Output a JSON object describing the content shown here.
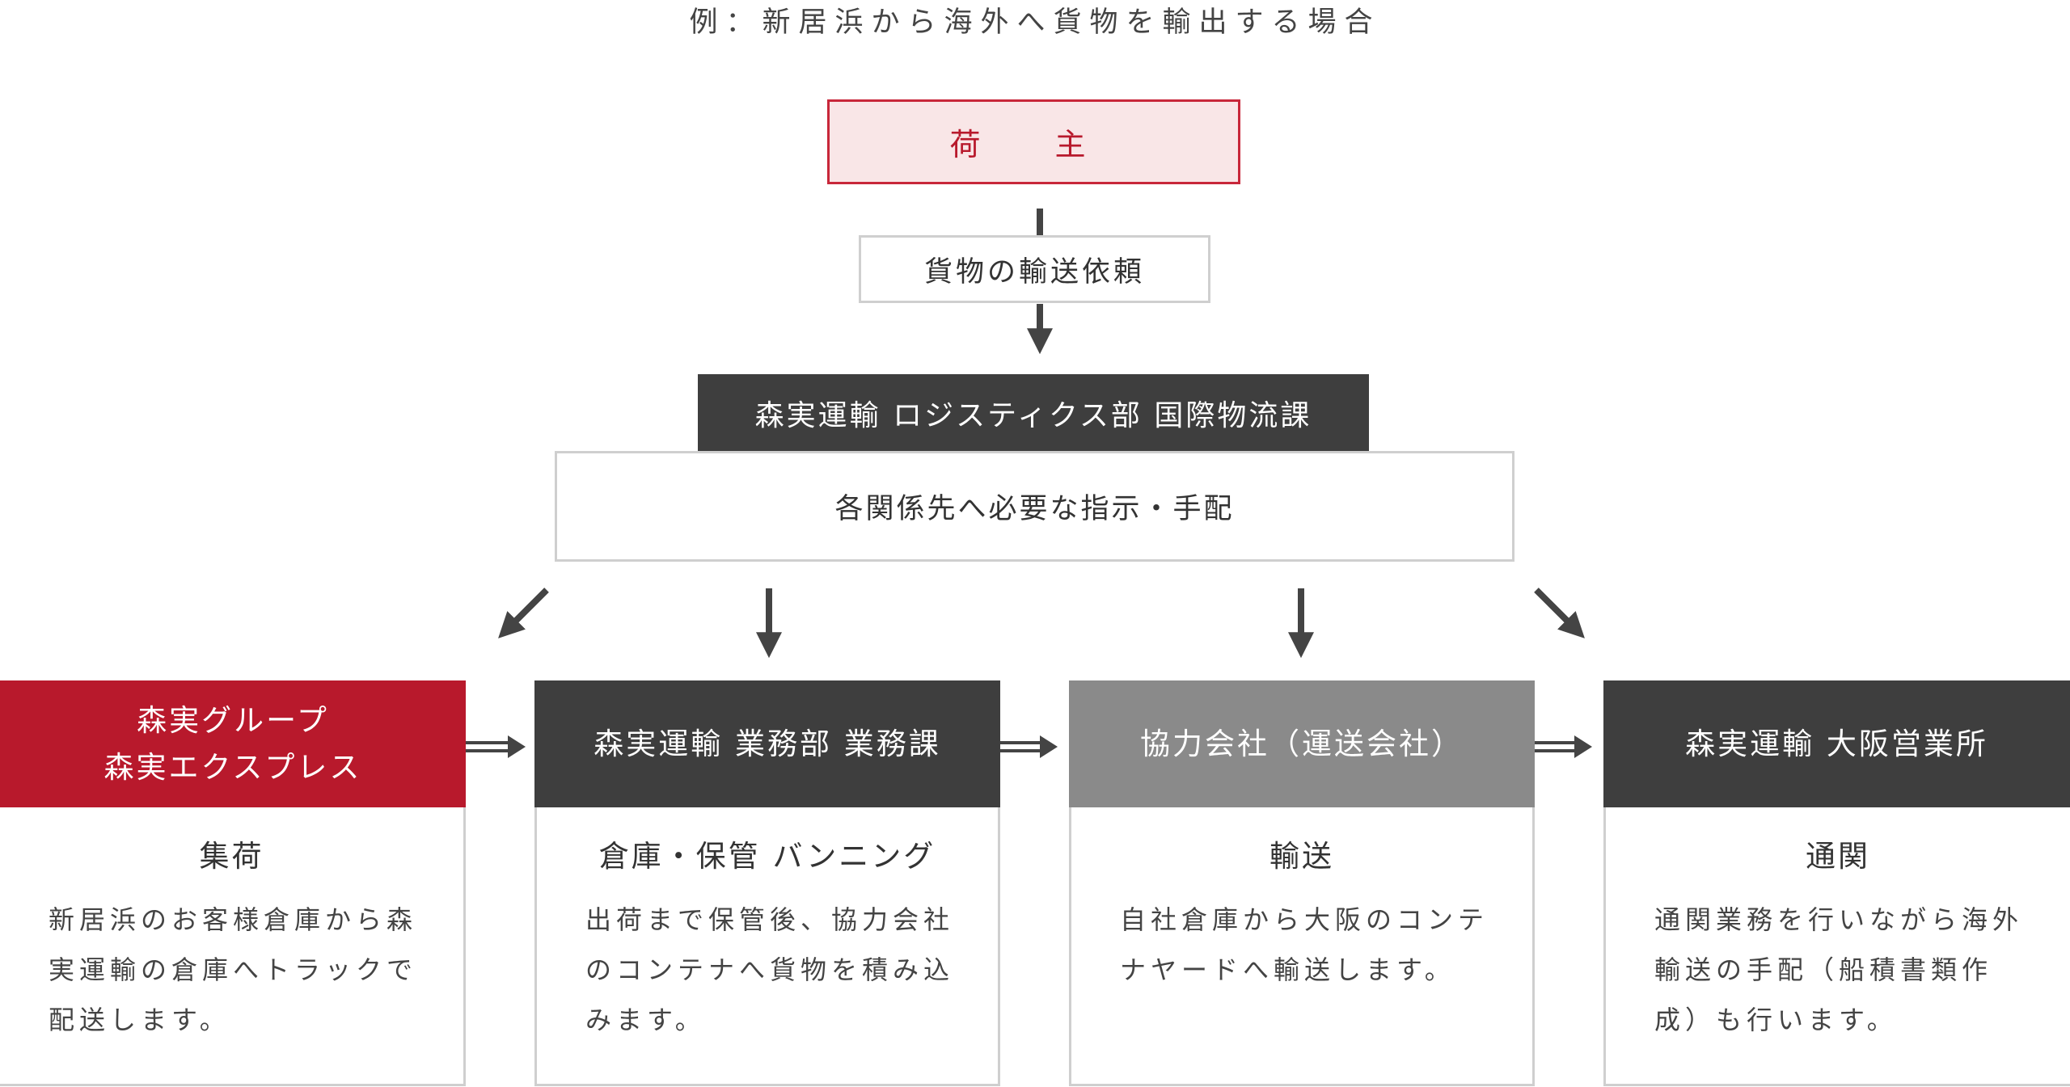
{
  "caption": "例：新居浜から海外へ貨物を輸出する場合",
  "shipper": "荷 主",
  "request": "貨物の輸送依頼",
  "department": "森実運輸 ロジスティクス部 国際物流課",
  "instruction": "各関係先へ必要な指示・手配",
  "columns": [
    {
      "header": "森実グループ\n森実エクスプレス",
      "title": "集荷",
      "text": "新居浜のお客様倉庫から森実運輸の倉庫へトラックで配送します。"
    },
    {
      "header": "森実運輸 業務部 業務課",
      "title": "倉庫・保管 バンニング",
      "text": "出荷まで保管後、協力会社のコンテナへ貨物を積み込みます。"
    },
    {
      "header": "協力会社（運送会社）",
      "title": "輸送",
      "text": "自社倉庫から大阪のコンテナヤードへ輸送します。"
    },
    {
      "header": "森実運輸 大阪営業所",
      "title": "通関",
      "text": "通関業務を行いながら海外輸送の手配（船積書類作成）も行います。"
    }
  ],
  "colors": {
    "accent_red": "#b8192c",
    "dark": "#3e3e3e",
    "gray": "#8a8a8a",
    "border": "#cfcfcf"
  }
}
